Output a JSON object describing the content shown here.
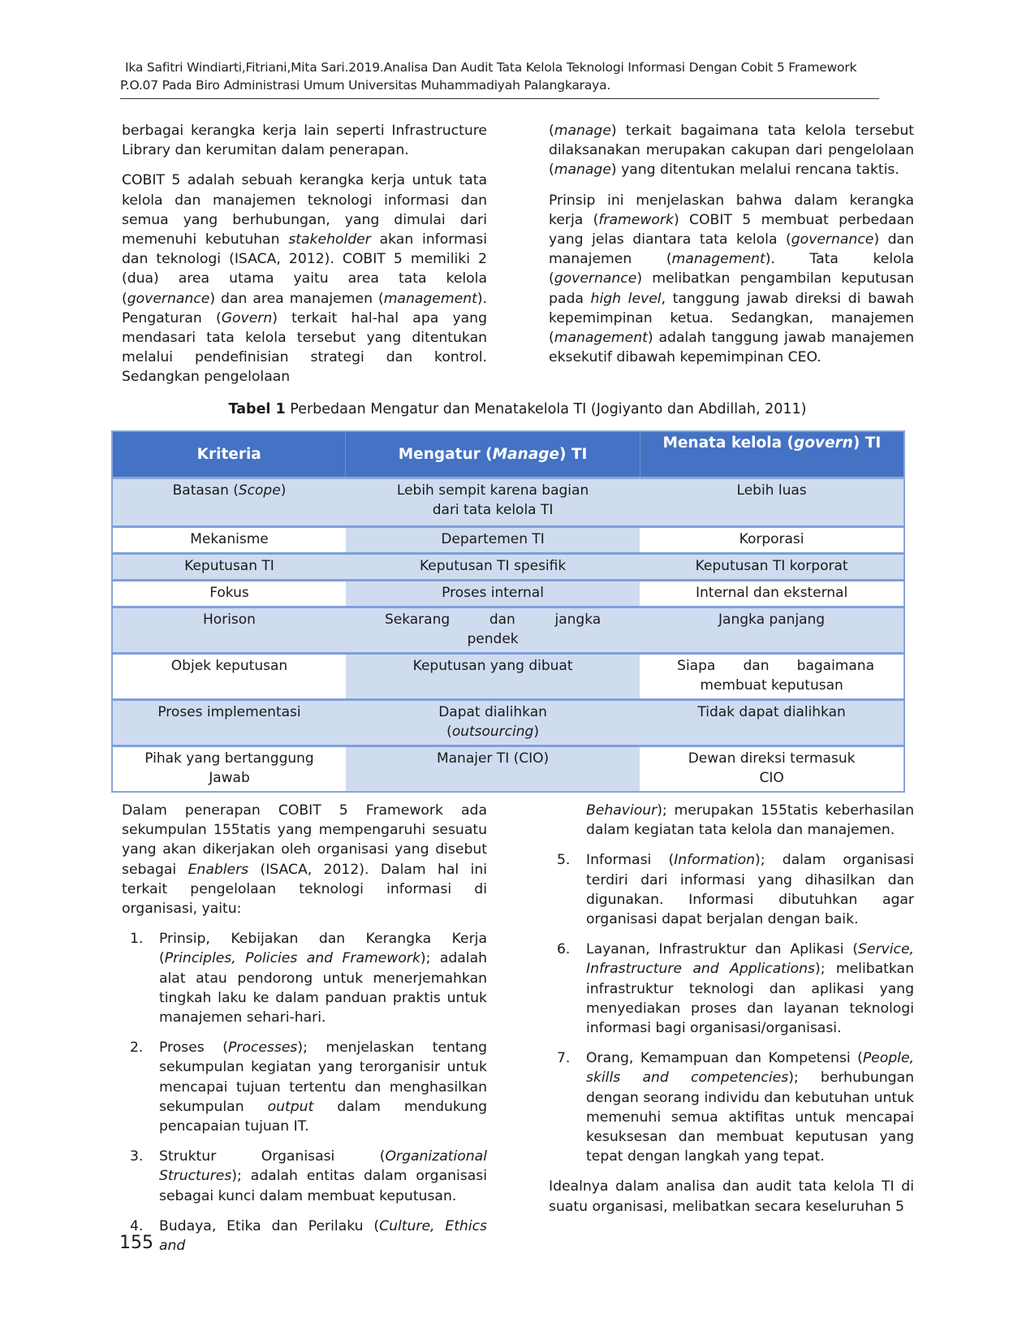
{
  "header": {
    "line1": "Ika Safitri Windiarti,Fitriani,Mita Sari.2019.Analisa Dan Audit Tata Kelola Teknologi Informasi Dengan Cobit 5 Framework",
    "line2": "P.O.07 Pada Biro Administrasi Umum Universitas Muhammadiyah Palangkaraya."
  },
  "top_left": {
    "p1": "berbagai kerangka kerja lain seperti Infrastructure Library dan kerumitan dalam penerapan.",
    "p2_a": "COBIT 5 adalah sebuah kerangka kerja untuk tata kelola dan manajemen teknologi informasi dan semua yang berhubungan, yang dimulai dari memenuhi kebutuhan ",
    "p2_i1": "stakeholder",
    "p2_b": " akan informasi dan teknologi (ISACA, 2012). COBIT 5 memiliki 2 (dua) area utama yaitu area tata kelola (",
    "p2_i2": "governance",
    "p2_c": ") dan area manajemen (",
    "p2_i3": "management",
    "p2_d": "). Pengaturan (",
    "p2_i4": "Govern",
    "p2_e": ") terkait hal-hal apa yang mendasari tata kelola tersebut yang ditentukan melalui pendefinisian strategi dan kontrol. Sedangkan pengelolaan"
  },
  "top_right": {
    "p1_a": "(",
    "p1_i1": "manage",
    "p1_b": ") terkait bagaimana tata kelola tersebut dilaksanakan merupakan cakupan dari pengelolaan (",
    "p1_i2": "manage",
    "p1_c": ") yang ditentukan melalui rencana taktis.",
    "p2_a": "Prinsip ini menjelaskan bahwa dalam kerangka kerja (",
    "p2_i1": "framework",
    "p2_b": ") COBIT 5 membuat perbedaan yang jelas diantara tata kelola (",
    "p2_i2": "governance",
    "p2_c": ") dan manajemen (",
    "p2_i3": "management",
    "p2_d": "). Tata kelola (",
    "p2_i4": "governance",
    "p2_e": ") melibatkan pengambilan keputusan pada ",
    "p2_i5": "high level",
    "p2_f": ", tanggung jawab direksi di bawah kepemimpinan ketua. Sedangkan, manajemen (",
    "p2_i6": "management",
    "p2_g": ") adalah tanggung jawab manajemen eksekutif dibawah kepemimpinan CEO."
  },
  "table": {
    "caption_bold": "Tabel 1",
    "caption_text": " Perbedaan Mengatur dan Menatakelola TI (Jogiyanto dan Abdillah, 2011)",
    "headers": {
      "col1": "Kriteria",
      "col2_a": "Mengatur (",
      "col2_i": "Manage",
      "col2_b": ") TI",
      "col3_a": "Menata kelola (",
      "col3_i": "govern",
      "col3_b": ") TI"
    },
    "rows": [
      {
        "kriteria_a": "Batasan (",
        "kriteria_i": "Scope",
        "kriteria_b": ")",
        "mengatur_l1": "Lebih sempit karena bagian",
        "mengatur_l2": "dari tata kelola TI",
        "menata": "Lebih luas"
      },
      {
        "kriteria": "Mekanisme",
        "mengatur": "Departemen TI",
        "menata": "Korporasi"
      },
      {
        "kriteria": "Keputusan TI",
        "mengatur": "Keputusan TI spesifik",
        "menata": "Keputusan TI korporat"
      },
      {
        "kriteria": "Fokus",
        "mengatur": "Proses internal",
        "menata": "Internal dan eksternal"
      },
      {
        "kriteria": "Horison",
        "mengatur_w1": "Sekarang",
        "mengatur_w2": "dan",
        "mengatur_w3": "jangka",
        "mengatur_l2": "pendek",
        "menata": "Jangka panjang"
      },
      {
        "kriteria": "Objek keputusan",
        "mengatur": "Keputusan yang dibuat",
        "menata_w1": "Siapa",
        "menata_w2": "dan",
        "menata_w3": "bagaimana",
        "menata_l2": "membuat keputusan"
      },
      {
        "kriteria": "Proses implementasi",
        "mengatur_l1": "Dapat dialihkan",
        "mengatur_l2_a": "(",
        "mengatur_l2_i": "outsourcing",
        "mengatur_l2_b": ")",
        "menata": "Tidak dapat dialihkan"
      },
      {
        "kriteria_l1": "Pihak yang bertanggung",
        "kriteria_l2": "Jawab",
        "mengatur": "Manajer TI (CIO)",
        "menata_l1": "Dewan direksi termasuk",
        "menata_l2": "CIO"
      }
    ]
  },
  "bottom_left": {
    "p1_a": "Dalam penerapan COBIT 5 Framework ada sekumpulan 155tatis yang mempengaruhi sesuatu yang akan dikerjakan oleh organisasi yang disebut sebagai ",
    "p1_i": "Enablers",
    "p1_b": " (ISACA, 2012). Dalam hal ini terkait pengelolaan teknologi informasi di organisasi, yaitu:",
    "items": [
      {
        "num": "1.",
        "a": "Prinsip, Kebijakan dan Kerangka Kerja (",
        "i": "Principles, Policies and Framework",
        "b": "); adalah alat atau pendorong untuk menerjemahkan tingkah laku ke dalam panduan praktis untuk manajemen sehari-hari."
      },
      {
        "num": "2.",
        "a": "Proses (",
        "i": "Processes",
        "b": "); menjelaskan tentang sekumpulan kegiatan yang terorganisir untuk mencapai tujuan tertentu dan menghasilkan sekumpulan ",
        "i2": "output",
        "c": " dalam mendukung pencapaian tujuan IT."
      },
      {
        "num": "3.",
        "a": "Struktur Organisasi (",
        "i": "Organizational Structures",
        "b": "); adalah entitas dalam organisasi sebagai kunci dalam membuat keputusan."
      },
      {
        "num": "4.",
        "a": "Budaya, Etika dan Perilaku (",
        "i": "Culture, Ethics and"
      }
    ]
  },
  "bottom_right": {
    "cont_i": "Behaviour",
    "cont_b": "); merupakan 155tatis keberhasilan dalam kegiatan tata kelola dan manajemen.",
    "items": [
      {
        "num": "5.",
        "a": "Informasi (",
        "i": "Information",
        "b": "); dalam organisasi terdiri dari informasi yang dihasilkan dan digunakan. Informasi dibutuhkan agar organisasi dapat berjalan dengan baik."
      },
      {
        "num": "6.",
        "a": "Layanan, Infrastruktur dan Aplikasi (",
        "i": "Service, Infrastructure and Applications",
        "b": "); melibatkan infrastruktur teknologi dan aplikasi yang menyediakan proses dan layanan teknologi informasi bagi organisasi/organisasi."
      },
      {
        "num": "7.",
        "a": "Orang, Kemampuan dan Kompetensi (",
        "i": "People, skills and competencies",
        "b": "); berhubungan dengan seorang individu dan kebutuhan untuk memenuhi semua aktifitas untuk mencapai kesuksesan dan membuat keputusan yang tepat dengan langkah yang tepat."
      }
    ],
    "p_last": "Idealnya dalam analisa dan audit tata kelola TI di suatu organisasi, melibatkan secara keseluruhan 5"
  },
  "footer": {
    "page_number": "155"
  },
  "colors": {
    "table_header": "#4472c4",
    "table_shade": "#cfdcf0",
    "table_border": "#8aa5d6"
  }
}
